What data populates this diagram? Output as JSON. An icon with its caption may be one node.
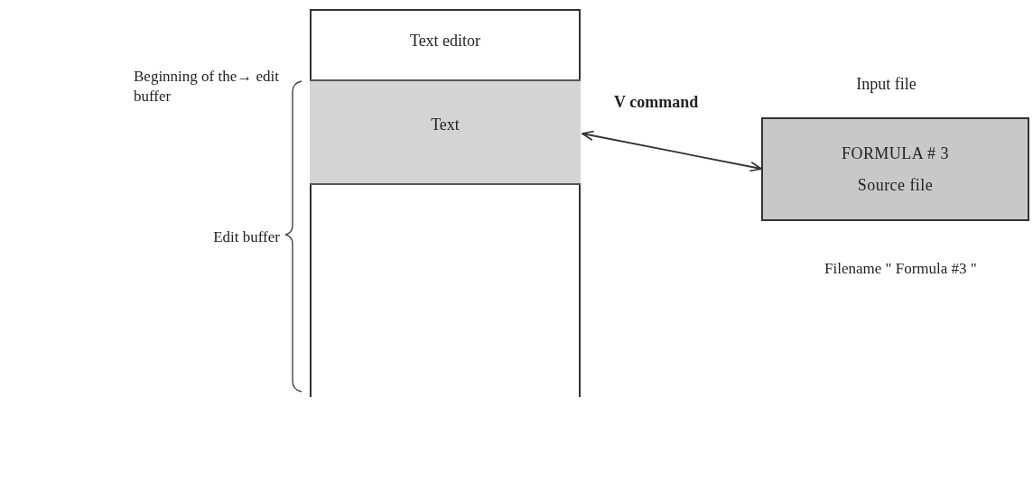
{
  "diagram": {
    "nodes": [
      {
        "text": [
          "Text editor"
        ]
      },
      {
        "text": [
          "Text"
        ],
        "in": 0
      },
      {
        "text": [
          "Input file",
          "FORMULA # 3",
          "Source file"
        ],
        "beside": [
          "Filename \" Formula #3 \""
        ]
      }
    ],
    "edges": [
      {
        "from": 1,
        "to": 2,
        "arrow": "both",
        "label": "V command"
      }
    ],
    "labels": [
      "Beginning of the→ edit buffer",
      "Edit buffer"
    ]
  }
}
